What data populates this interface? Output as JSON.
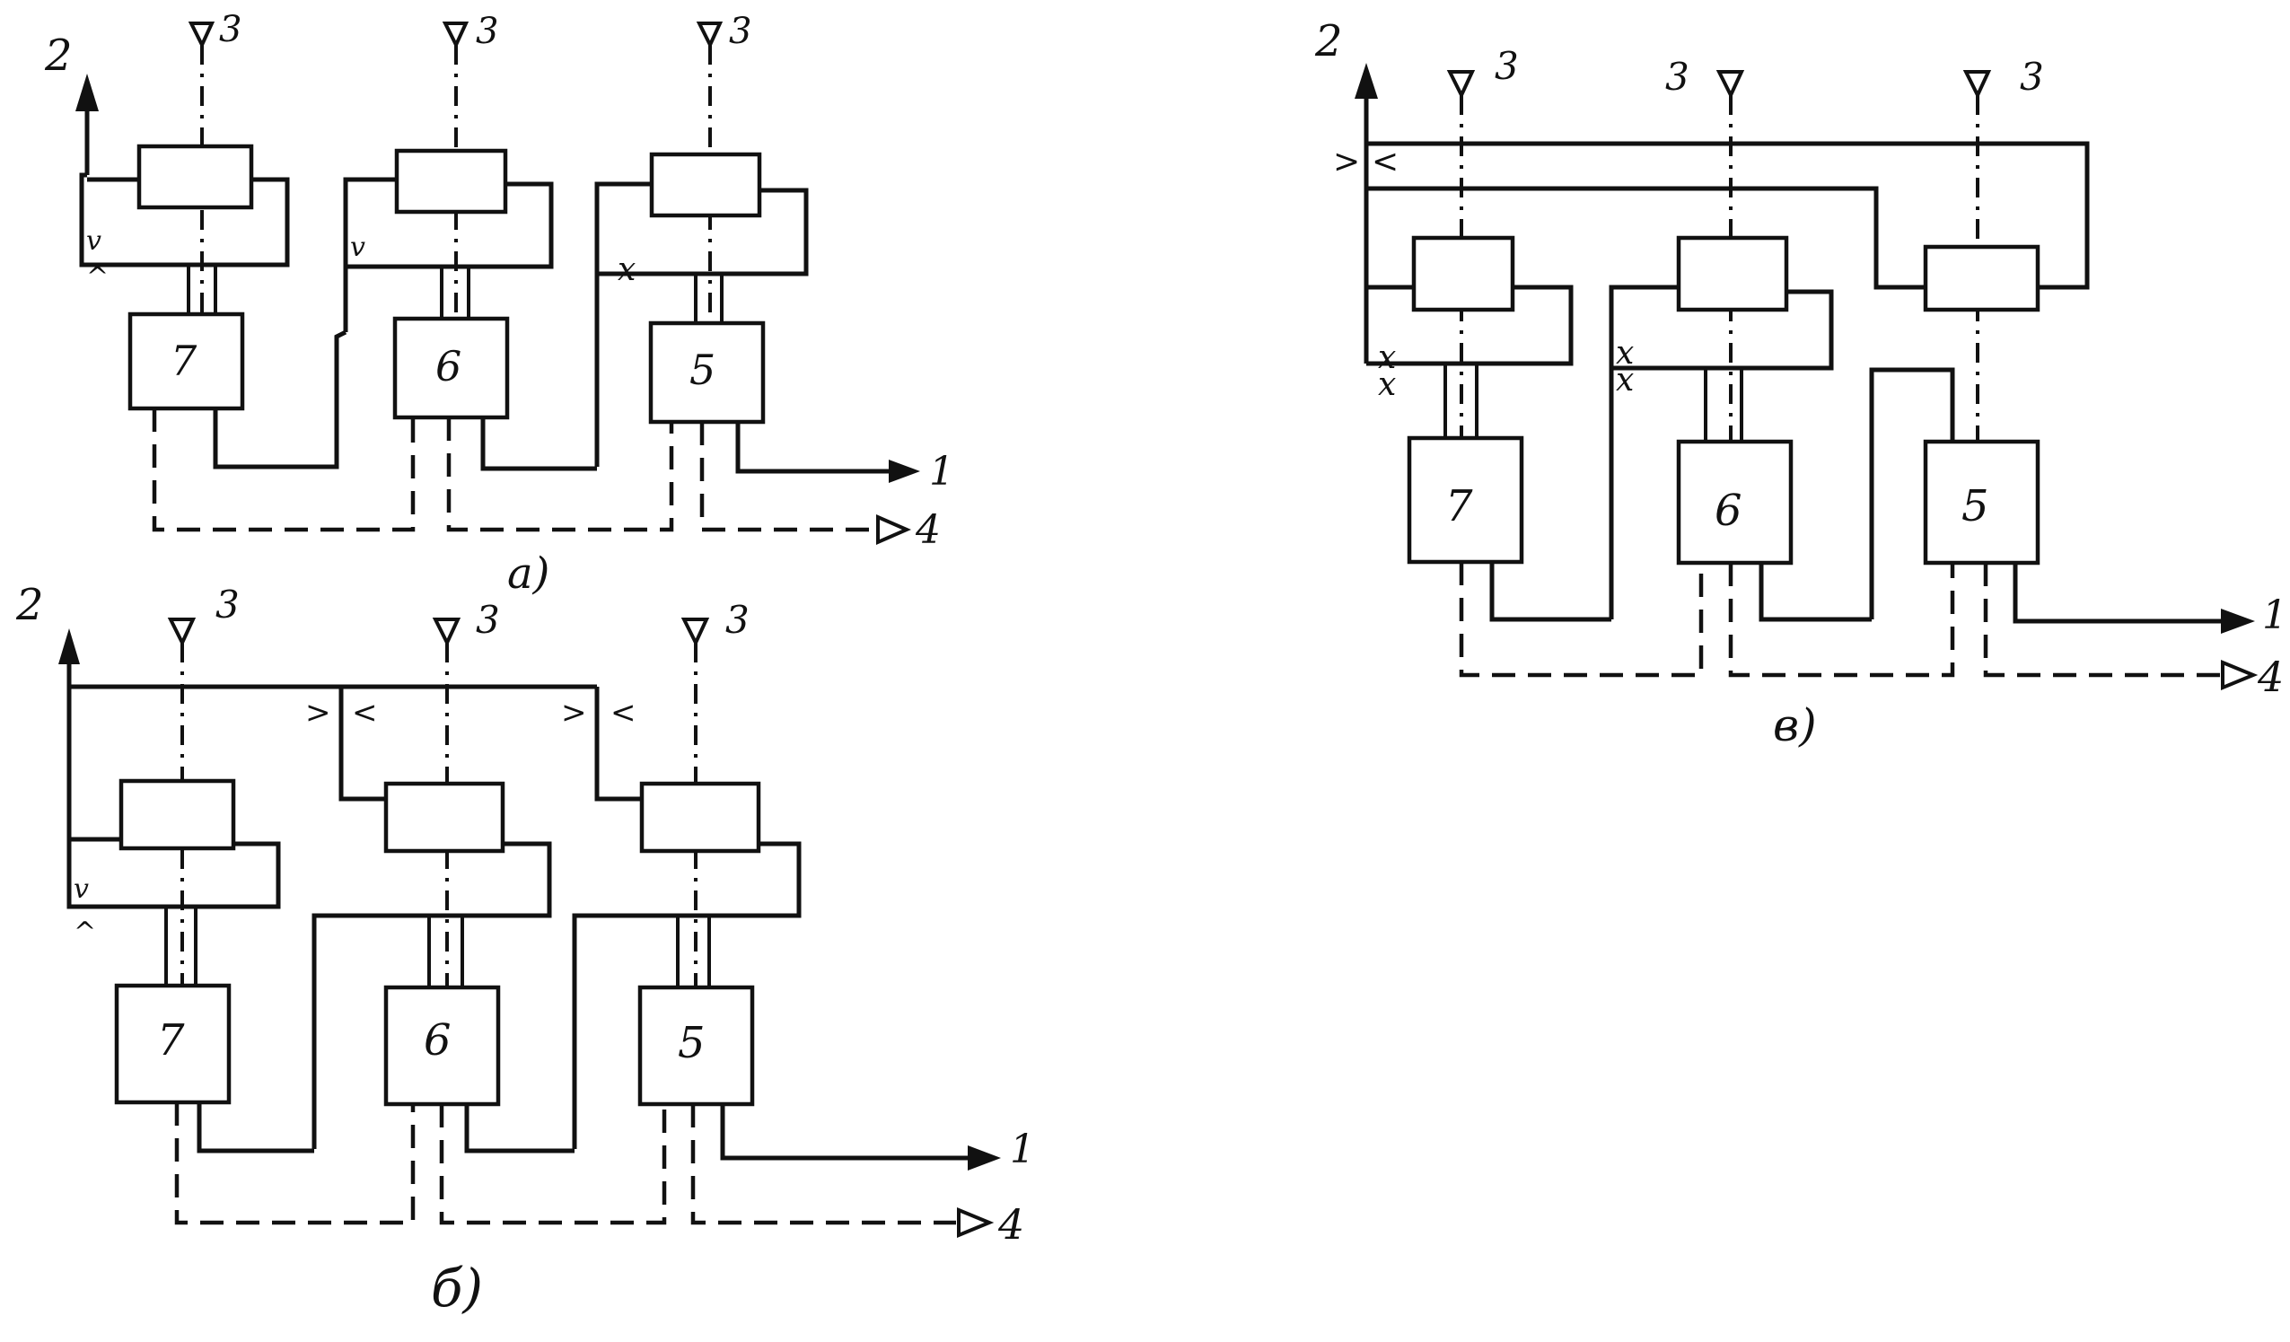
{
  "colors": {
    "ink": "#111111",
    "paper": "#ffffff"
  },
  "labels": {
    "out1": "1",
    "out2": "2",
    "ant3": "3",
    "out4": "4"
  },
  "blocks": {
    "b7": "7",
    "b6": "6",
    "b5": "5"
  },
  "captions": {
    "a": "а)",
    "b": "б)",
    "v": "в)"
  }
}
